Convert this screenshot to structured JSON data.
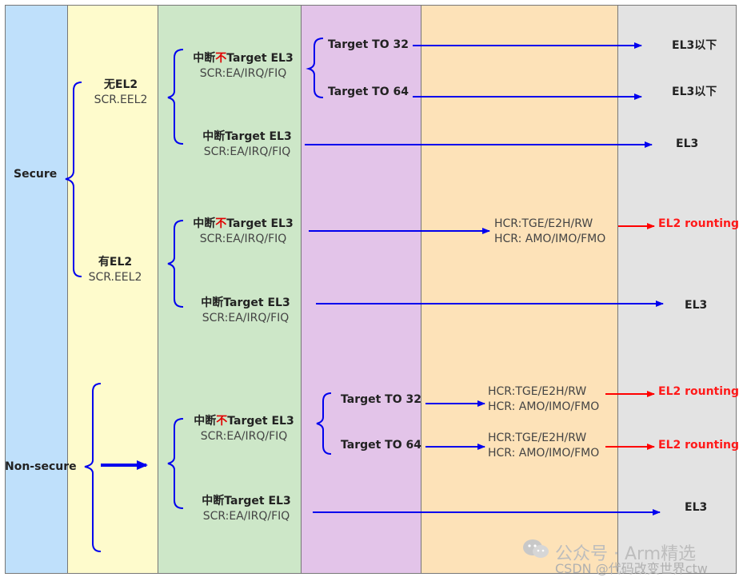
{
  "colors": {
    "col_secure": "#bfe0fb",
    "col_el2": "#fefbcc",
    "col_scr": "#cde7c8",
    "col_target": "#e3c4e9",
    "col_hcr": "#fde2b8",
    "col_result": "#e3e3e3",
    "arrow_blue": "#0000ee",
    "arrow_red": "#ff0000"
  },
  "states": {
    "secure": "Secure",
    "nonsecure": "Non-secure"
  },
  "el2": {
    "none_title": "无EL2",
    "none_reg": "SCR.EEL2",
    "has_title": "有EL2",
    "has_reg": "SCR.EEL2"
  },
  "irq": {
    "not_el3_prefix": "中断",
    "not_char": "不",
    "not_el3_suffix": "Target EL3",
    "el3_title": "中断Target EL3",
    "reg": "SCR:EA/IRQ/FIQ"
  },
  "target": {
    "to32": "Target TO 32",
    "to64": "Target TO 64"
  },
  "hcr": {
    "line1": "HCR:TGE/E2H/RW",
    "line2": "HCR: AMO/IMO/FMO"
  },
  "results": {
    "below_el3": "EL3以下",
    "el3": "EL3",
    "el2_routing": "EL2 rounting"
  },
  "watermark": {
    "account": "公众号 · Arm精选",
    "source": "CSDN @代码改变世界ctw"
  }
}
